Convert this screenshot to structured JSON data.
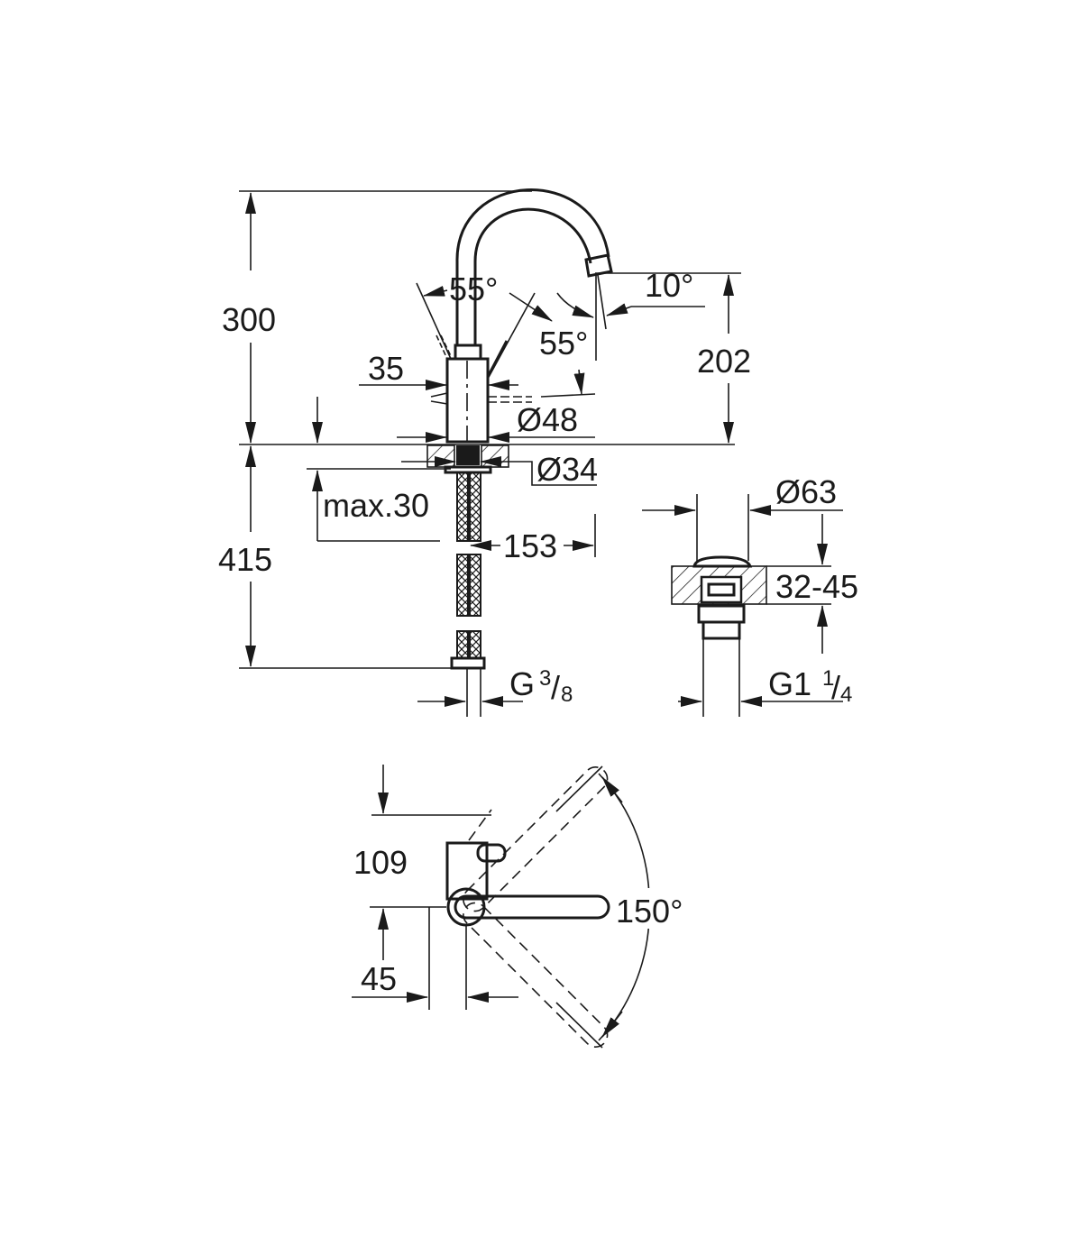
{
  "title": "Faucet dimension drawing",
  "dimensions": {
    "total_height": "300",
    "lever_angle_left": "55°",
    "spout_angle": "10°",
    "lever_angle_right": "55°",
    "spout_height": "202",
    "body_offset": "35",
    "body_diameter": "Ø48",
    "shank_diameter": "Ø34",
    "max_counter_thickness": "max.30",
    "hose_length": "415",
    "spout_reach": "153",
    "hose_thread": "G",
    "hose_thread_num": "3",
    "hose_thread_den": "8",
    "drain_diameter": "Ø63",
    "drain_range": "32-45",
    "drain_thread": "G1",
    "drain_thread_num": "1",
    "drain_thread_den": "4",
    "top_lever_depth": "109",
    "swivel_angle": "150°",
    "top_offset": "45"
  },
  "colors": {
    "ink": "#1a1a1a",
    "background": "#ffffff"
  }
}
